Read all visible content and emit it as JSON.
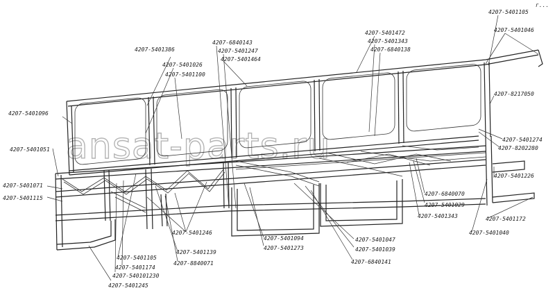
{
  "watermark": "ansat-parts.ru",
  "corner_mark": "г...",
  "labels": [
    {
      "id": "l1",
      "text": "4207-5401105"
    },
    {
      "id": "l2",
      "text": "4207-5401046"
    },
    {
      "id": "l3",
      "text": "4207-5401472"
    },
    {
      "id": "l4",
      "text": "4207-5401343"
    },
    {
      "id": "l5",
      "text": "4207-6840138"
    },
    {
      "id": "l6",
      "text": "4207-6840143"
    },
    {
      "id": "l7",
      "text": "4207-5401247"
    },
    {
      "id": "l8",
      "text": "4207-5401464"
    },
    {
      "id": "l9",
      "text": "4207-5401386"
    },
    {
      "id": "l10",
      "text": "4207-5401026"
    },
    {
      "id": "l11",
      "text": "4207-5401100"
    },
    {
      "id": "l12",
      "text": "4207-5401096"
    },
    {
      "id": "l13",
      "text": "4207-8217050"
    },
    {
      "id": "l14",
      "text": "4207-5401274"
    },
    {
      "id": "l15",
      "text": "4207-8202280"
    },
    {
      "id": "l16",
      "text": "4207-5401051"
    },
    {
      "id": "l17",
      "text": "4207-5401226"
    },
    {
      "id": "l18",
      "text": "4207-5401071"
    },
    {
      "id": "l19",
      "text": "4207-5401115"
    },
    {
      "id": "l20",
      "text": "4207-6840070"
    },
    {
      "id": "l21",
      "text": "4207-5401029"
    },
    {
      "id": "l22",
      "text": "4207-5401343"
    },
    {
      "id": "l23",
      "text": "4207-5401172"
    },
    {
      "id": "l24",
      "text": "4207-5401040"
    },
    {
      "id": "l25",
      "text": "4207-5401246"
    },
    {
      "id": "l26",
      "text": "4207-5401094"
    },
    {
      "id": "l27",
      "text": "4207-5401273"
    },
    {
      "id": "l28",
      "text": "4207-5401047"
    },
    {
      "id": "l29",
      "text": "4207-5401039"
    },
    {
      "id": "l30",
      "text": "4207-5401105"
    },
    {
      "id": "l31",
      "text": "4207-5401139"
    },
    {
      "id": "l32",
      "text": "4207-5401174"
    },
    {
      "id": "l33",
      "text": "4207-8840071"
    },
    {
      "id": "l34",
      "text": "4207-6840141"
    },
    {
      "id": "l35",
      "text": "4207-540101230"
    },
    {
      "id": "l36",
      "text": "4207-5401245"
    }
  ]
}
